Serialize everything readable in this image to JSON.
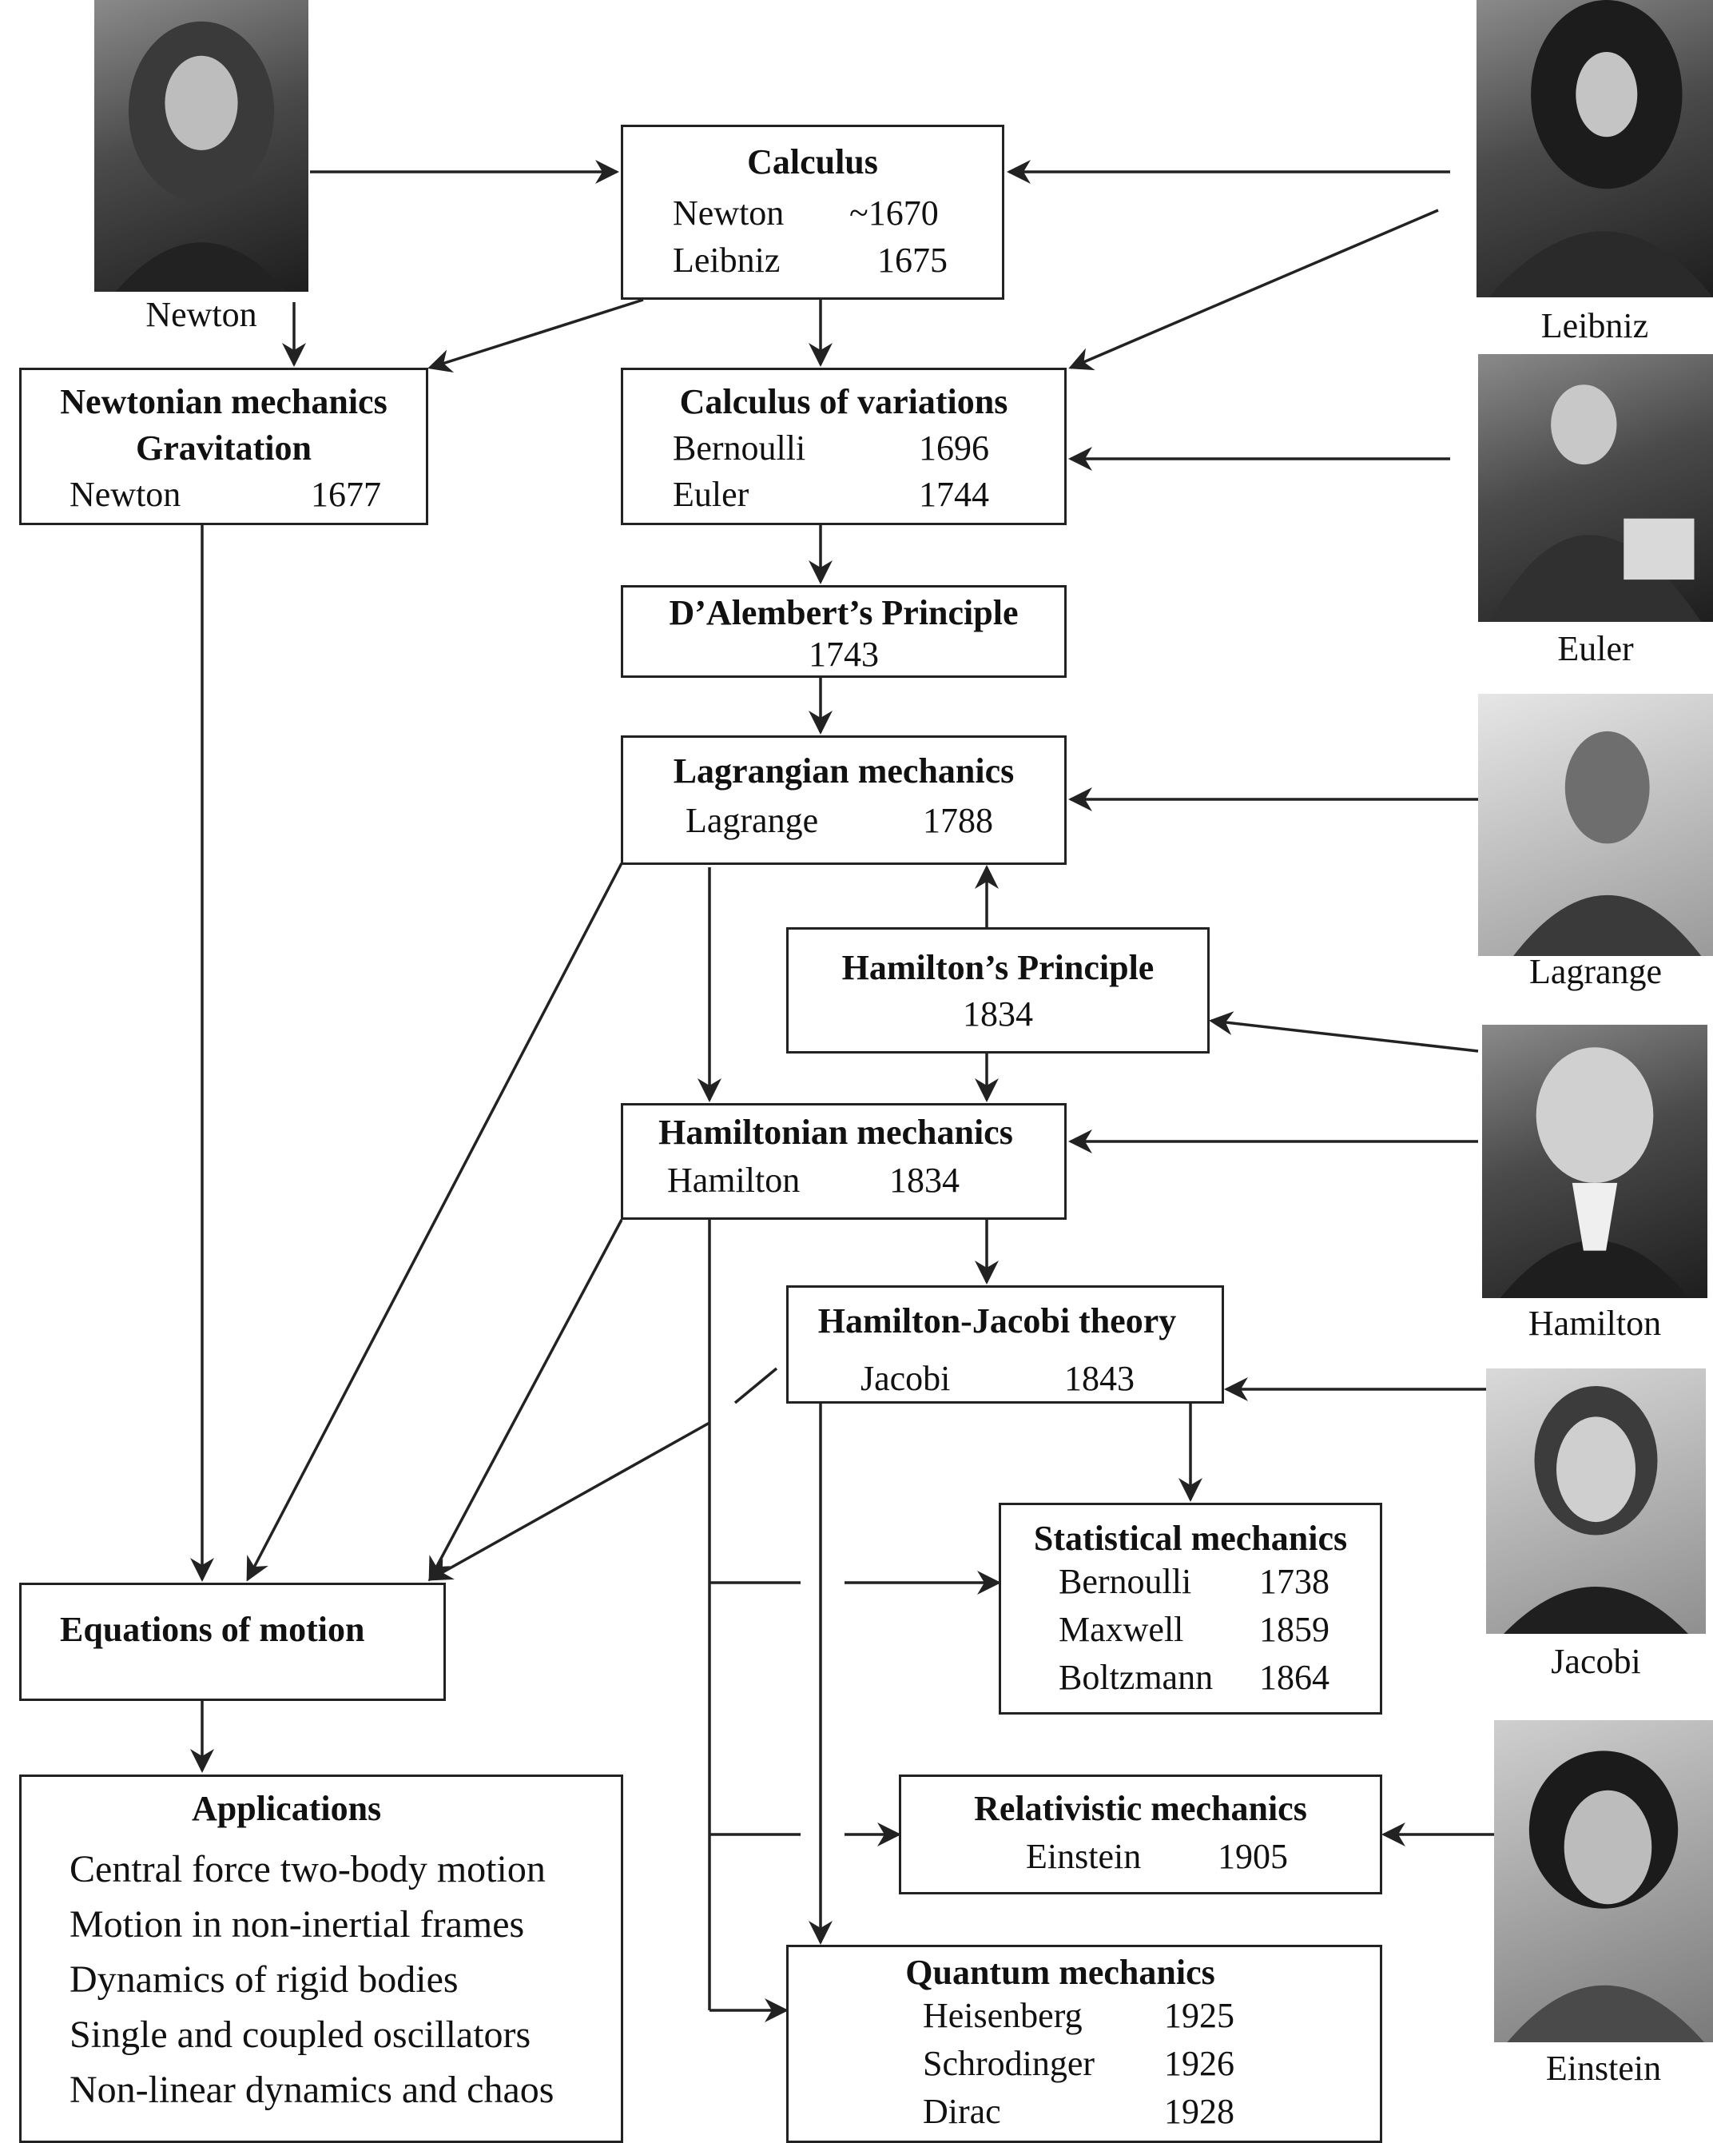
{
  "boxes": {
    "calculus": {
      "title": "Calculus",
      "rows": [
        {
          "name": "Newton",
          "year": "~1670"
        },
        {
          "name": "Leibniz",
          "year": "1675"
        }
      ]
    },
    "newtonian": {
      "title1": "Newtonian mechanics",
      "title2": "Gravitation",
      "rows": [
        {
          "name": "Newton",
          "year": "1677"
        }
      ]
    },
    "variations": {
      "title": "Calculus of variations",
      "rows": [
        {
          "name": "Bernoulli",
          "year": "1696"
        },
        {
          "name": "Euler",
          "year": "1744"
        }
      ]
    },
    "dalembert": {
      "title": "D’Alembert’s Principle",
      "year": "1743"
    },
    "lagrangian": {
      "title": "Lagrangian mechanics",
      "rows": [
        {
          "name": "Lagrange",
          "year": "1788"
        }
      ]
    },
    "hamilton_principle": {
      "title": "Hamilton’s Principle",
      "year": "1834"
    },
    "hamiltonian": {
      "title": "Hamiltonian mechanics",
      "rows": [
        {
          "name": "Hamilton",
          "year": "1834"
        }
      ]
    },
    "hamilton_jacobi": {
      "title": "Hamilton-Jacobi theory",
      "rows": [
        {
          "name": "Jacobi",
          "year": "1843"
        }
      ]
    },
    "statistical": {
      "title": "Statistical mechanics",
      "rows": [
        {
          "name": "Bernoulli",
          "year": "1738"
        },
        {
          "name": "Maxwell",
          "year": "1859"
        },
        {
          "name": "Boltzmann",
          "year": "1864"
        }
      ]
    },
    "equations": {
      "title": "Equations of motion"
    },
    "relativistic": {
      "title": "Relativistic mechanics",
      "rows": [
        {
          "name": "Einstein",
          "year": "1905"
        }
      ]
    },
    "applications": {
      "title": "Applications",
      "items": [
        "Central force two-body motion",
        "Motion in non-inertial frames",
        "Dynamics of rigid bodies",
        "Single and coupled oscillators",
        "Non-linear dynamics and chaos"
      ]
    },
    "quantum": {
      "title": "Quantum mechanics",
      "rows": [
        {
          "name": "Heisenberg",
          "year": "1925"
        },
        {
          "name": "Schrodinger",
          "year": "1926"
        },
        {
          "name": "Dirac",
          "year": "1928"
        }
      ]
    }
  },
  "portraits": {
    "newton": "Newton",
    "leibniz": "Leibniz",
    "euler": "Euler",
    "lagrange": "Lagrange",
    "hamilton": "Hamilton",
    "jacobi": "Jacobi",
    "einstein": "Einstein"
  }
}
